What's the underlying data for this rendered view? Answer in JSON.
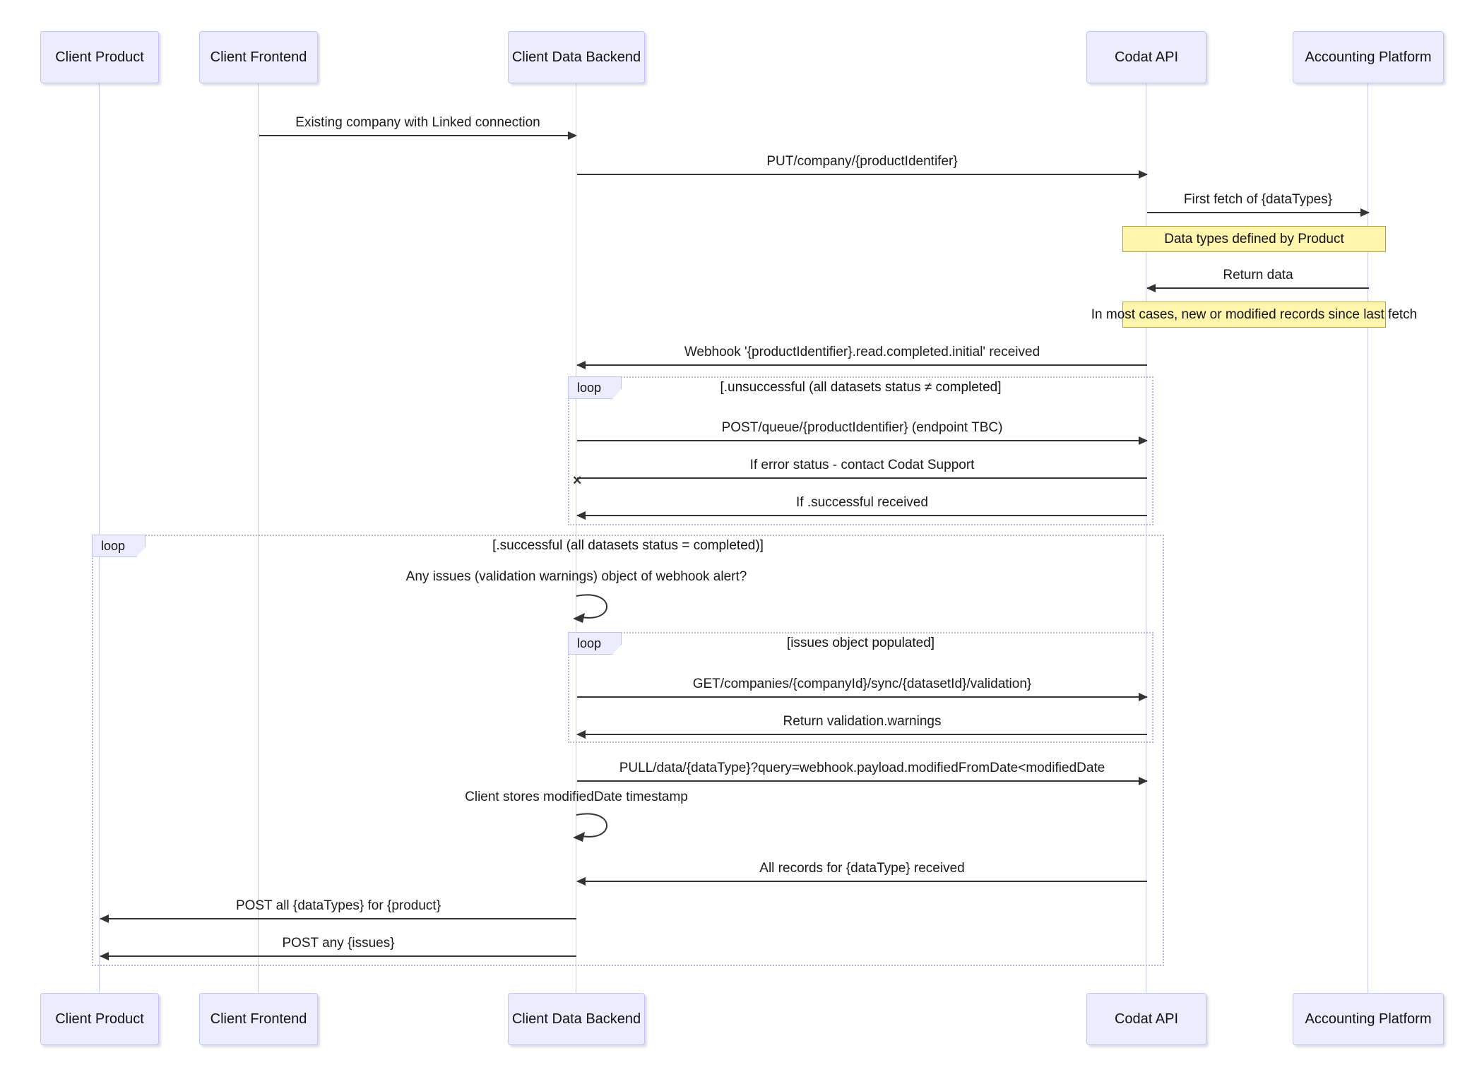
{
  "diagram_type": "sequence-diagram",
  "participants": [
    {
      "id": "client-product",
      "label": "Client Product"
    },
    {
      "id": "client-frontend",
      "label": "Client Frontend"
    },
    {
      "id": "client-data-backend",
      "label": "Client Data Backend"
    },
    {
      "id": "codat-api",
      "label": "Codat API"
    },
    {
      "id": "accounting-platform",
      "label": "Accounting Platform"
    }
  ],
  "messages": {
    "existing_company": {
      "text": "Existing company with Linked connection",
      "from": "Client Frontend",
      "to": "Client Data Backend",
      "arrow": "solid-filled"
    },
    "put_company": {
      "text": "PUT/company/{productIdentifer}",
      "from": "Client Data Backend",
      "to": "Codat API",
      "arrow": "solid-filled"
    },
    "first_fetch": {
      "text": "First fetch of {dataTypes}",
      "from": "Codat API",
      "to": "Accounting Platform",
      "arrow": "solid-filled"
    },
    "return_data": {
      "text": "Return data",
      "from": "Accounting Platform",
      "to": "Codat API",
      "arrow": "solid-filled"
    },
    "webhook_received": {
      "text": "Webhook '{productIdentifier}.read.completed.initial' received",
      "from": "Codat API",
      "to": "Client Data Backend",
      "arrow": "solid-filled"
    },
    "post_queue": {
      "text": "POST/queue/{productIdentifier} (endpoint TBC)",
      "from": "Client Data Backend",
      "to": "Codat API",
      "arrow": "solid-filled"
    },
    "if_error": {
      "text": "If error status - contact Codat Support",
      "from": "Codat API",
      "to": "Client Data Backend",
      "arrow": "solid-cross"
    },
    "if_successful": {
      "text": "If .successful received",
      "from": "Codat API",
      "to": "Client Data Backend",
      "arrow": "solid-filled"
    },
    "get_validation": {
      "text": "GET/companies/{companyId}/sync/{datasetId}/validation}",
      "from": "Client Data Backend",
      "to": "Codat API",
      "arrow": "solid-filled"
    },
    "return_warnings": {
      "text": "Return validation.warnings",
      "from": "Codat API",
      "to": "Client Data Backend",
      "arrow": "solid-filled"
    },
    "pull_data": {
      "text": "PULL/data/{dataType}?query=webhook.payload.modifiedFromDate<modifiedDate",
      "from": "Client Data Backend",
      "to": "Codat API",
      "arrow": "solid-filled"
    },
    "all_records": {
      "text": "All records for {dataType} received",
      "from": "Codat API",
      "to": "Client Data Backend",
      "arrow": "solid-filled"
    },
    "post_all": {
      "text": "POST all {dataTypes} for {product}",
      "from": "Client Data Backend",
      "to": "Client Product",
      "arrow": "solid-filled"
    },
    "post_issues": {
      "text": "POST any {issues}",
      "from": "Client Data Backend",
      "to": "Client Product",
      "arrow": "solid-filled"
    }
  },
  "self_messages": {
    "any_issues": {
      "text": "Any issues (validation warnings) object of webhook alert?",
      "actor": "Client Data Backend"
    },
    "client_stores": {
      "text": "Client stores modifiedDate timestamp",
      "actor": "Client Data Backend"
    }
  },
  "notes": {
    "data_types": "Data types defined by Product",
    "most_cases": "In most cases, new or modified records since last fetch"
  },
  "loops": {
    "label": "loop",
    "unsuccessful_condition": "[.unsuccessful (all datasets status ≠ completed]",
    "successful_condition": "[.successful (all datasets status = completed)]",
    "issues_condition": "[issues object populated]"
  },
  "colors": {
    "actor_fill": "#ECECFF",
    "actor_border": "#c3c3ef",
    "note_fill": "#fff5ad",
    "note_border": "#aaaa33",
    "loop_border": "#b7b7dd",
    "arrow": "#333333",
    "lifeline": "#c9c9ea",
    "background": "#ffffff"
  }
}
